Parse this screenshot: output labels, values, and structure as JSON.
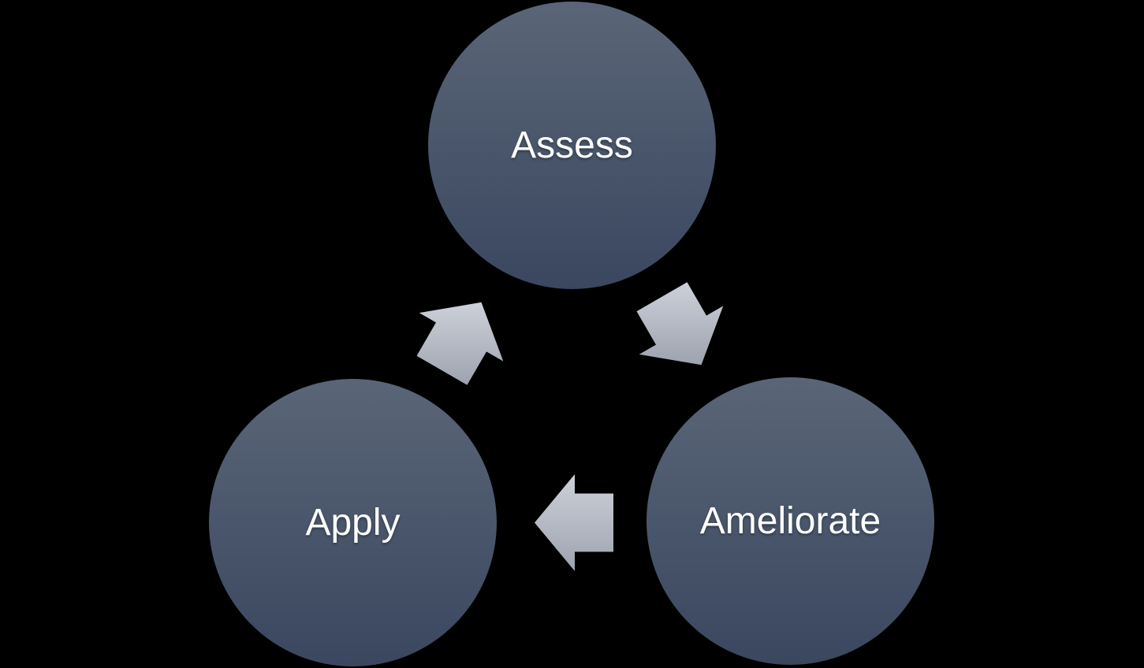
{
  "colors": {
    "background": "#000000",
    "node-top": "#5a6577",
    "node-bottom": "#3a475f",
    "arrow-light": "#cdd1d9",
    "arrow-dark": "#9da3af",
    "label-text": "#ffffff"
  },
  "diagram": {
    "type": "cycle",
    "direction": "clockwise",
    "nodes": [
      {
        "id": "assess",
        "label": "Assess"
      },
      {
        "id": "ameliorate",
        "label": "Ameliorate"
      },
      {
        "id": "apply",
        "label": "Apply"
      }
    ],
    "edges": [
      {
        "from": "assess",
        "to": "ameliorate"
      },
      {
        "from": "ameliorate",
        "to": "apply"
      },
      {
        "from": "apply",
        "to": "assess"
      }
    ]
  }
}
